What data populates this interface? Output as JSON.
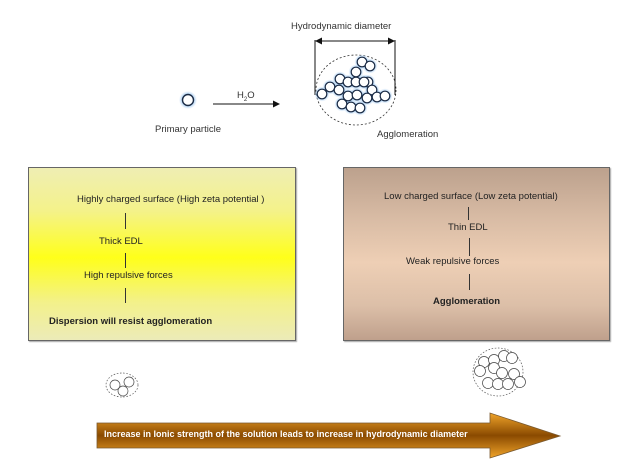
{
  "top": {
    "hydrodynamic_label": "Hydrodynamic diameter",
    "primary_particle_label": "Primary particle",
    "reagent_label": "H",
    "reagent_sub": "2",
    "reagent_tail": "O",
    "agglomeration_label": "Agglomeration"
  },
  "left_box": {
    "line1": "Highly charged surface (High zeta potential )",
    "line2": "Thick EDL",
    "line3": "High repulsive forces",
    "conclusion": "Dispersion will resist agglomeration",
    "gradient_color": "#ffff1a"
  },
  "right_box": {
    "line1": "Low charged surface (Low zeta potential)",
    "line2": "Thin EDL",
    "line3": "Weak repulsive forces",
    "conclusion": "Agglomeration",
    "gradient_color": "#eecfb5"
  },
  "bottom_arrow": {
    "text": "Increase in   Ionic strength  of the solution leads to increase in hydrodynamic diameter",
    "color": "#b86a00"
  }
}
